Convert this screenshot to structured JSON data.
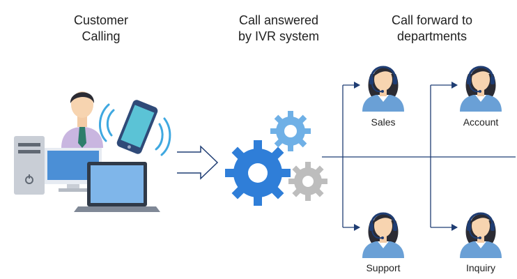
{
  "headings": {
    "customer": [
      "Customer",
      "Calling"
    ],
    "ivr": [
      "Call answered",
      "by IVR system"
    ],
    "forward": [
      "Call forward to",
      "departments"
    ]
  },
  "departments": {
    "sales": "Sales",
    "account": "Account",
    "support": "Support",
    "inquiry": "Inquiry"
  },
  "icons": [
    "desktop-computer-icon",
    "laptop-icon",
    "smartphone-icon",
    "customer-person-icon",
    "gears-icon",
    "operator-headset-icon"
  ],
  "colors": {
    "line": "#1f3d73",
    "gear_blue": "#2f7ed8",
    "gear_light": "#6fb0e6",
    "gear_gray": "#bdbdbd",
    "operator_shirt": "#6aa0d6",
    "hair": "#2b2b33"
  }
}
